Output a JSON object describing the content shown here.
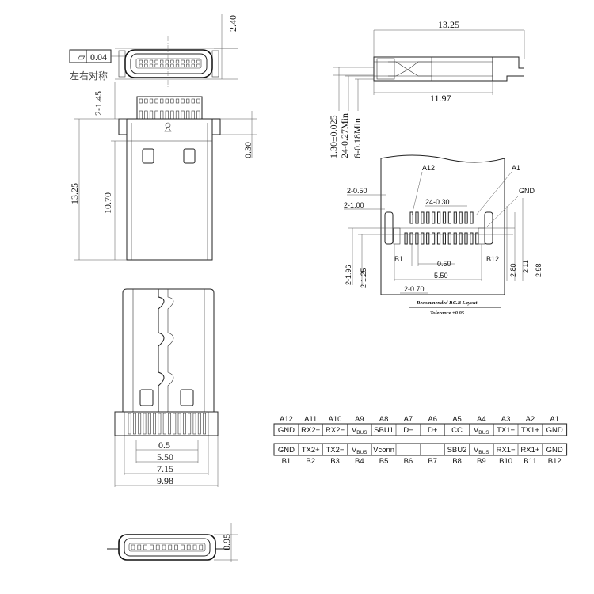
{
  "top_view": {
    "flatness_symbol": "▱",
    "flatness_value": "0.04",
    "symmetry_note": "左右对称",
    "dim_height": "2.40",
    "dim_pin_len": "2-1.45",
    "dim_total_len": "13.25",
    "dim_body_len": "10.70",
    "dim_tab": "0.30"
  },
  "side_view": {
    "dim_total": "13.25",
    "dim_body": "11.97",
    "dim_thickness": "1.30±0.025",
    "dim_pins": "24-0.27Min",
    "dim_shell_pins": "6-0.18Min"
  },
  "pcb_layout": {
    "label_a12": "A12",
    "label_a1": "A1",
    "label_gnd": "GND",
    "label_b1": "B1",
    "label_b12": "B12",
    "dim_slot_w": "2-0.50",
    "dim_slot_h": "2-1.00",
    "dim_pads": "24-0.30",
    "dim_pitch": "0.50",
    "dim_span": "5.50",
    "dim_1_96": "2-1.96",
    "dim_1_25": "2-1.25",
    "dim_0_70": "2-0.70",
    "dim_2_80": "2.80",
    "dim_2_11": "2.11",
    "dim_2_98": "2.98",
    "title": "Recommended P.C.B Layout",
    "tolerance": "Tolerance ±0.05"
  },
  "bottom_view": {
    "dim_pitch": "0.5",
    "dim_5_50": "5.50",
    "dim_7_15": "7.15",
    "dim_9_98": "9.98"
  },
  "end_view": {
    "dim_height": "0.95"
  },
  "pinout": {
    "top_ids": [
      "A12",
      "A11",
      "A10",
      "A9",
      "A8",
      "A7",
      "A6",
      "A5",
      "A4",
      "A3",
      "A2",
      "A1"
    ],
    "top_signals": [
      "GND",
      "RX2+",
      "RX2−",
      "V_BUS",
      "SBU1",
      "D−",
      "D+",
      "CC",
      "V_BUS",
      "TX1−",
      "TX1+",
      "GND"
    ],
    "bottom_signals": [
      "GND",
      "TX2+",
      "TX2−",
      "V_BUS",
      "Vconn",
      "",
      "",
      "SBU2",
      "V_BUS",
      "RX1−",
      "RX1+",
      "GND"
    ],
    "bottom_ids": [
      "B1",
      "B2",
      "B3",
      "B4",
      "B5",
      "B6",
      "B7",
      "B8",
      "B9",
      "B10",
      "B11",
      "B12"
    ]
  }
}
